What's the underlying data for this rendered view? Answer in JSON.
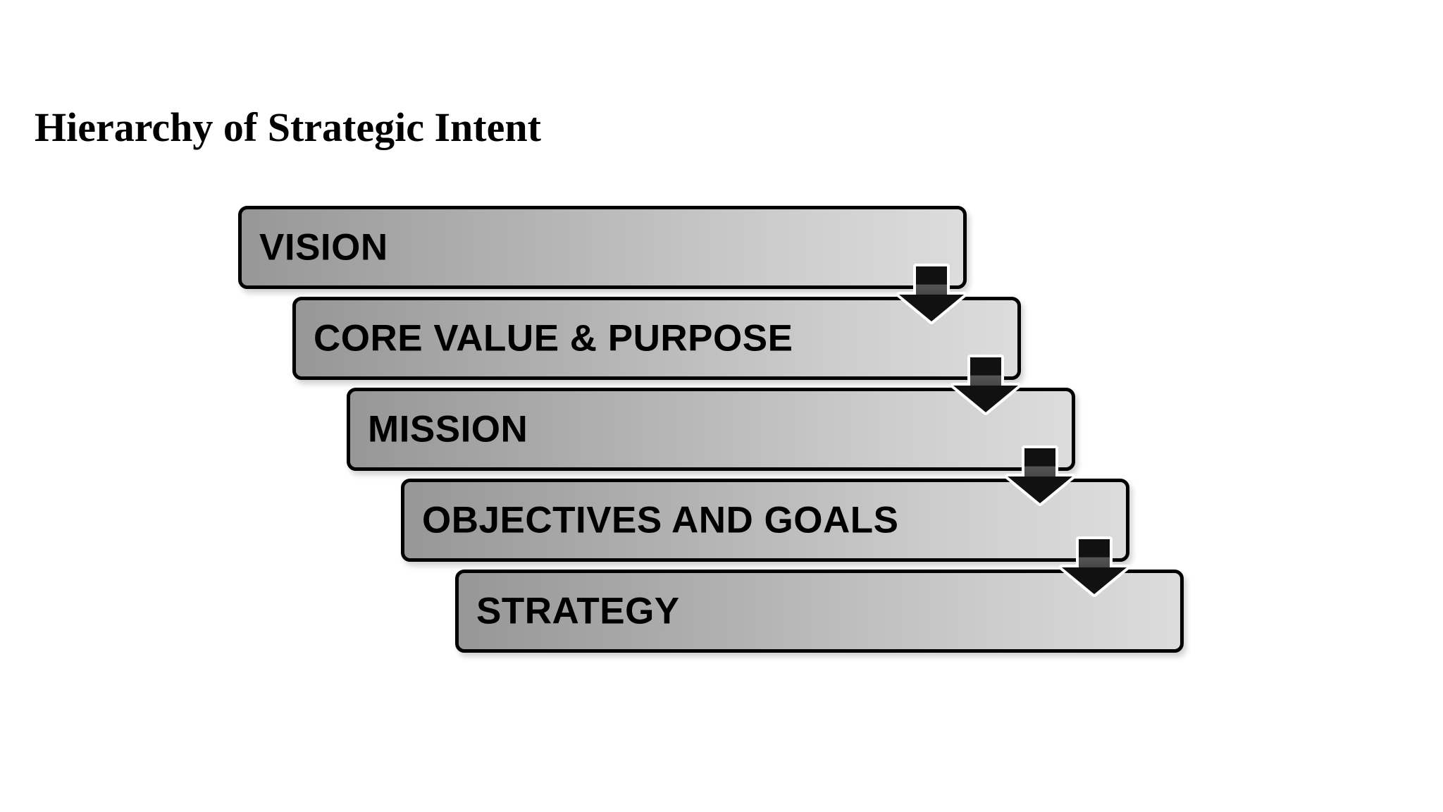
{
  "title": "Hierarchy of Strategic Intent",
  "steps": [
    {
      "label": "VISION"
    },
    {
      "label": "CORE VALUE & PURPOSE"
    },
    {
      "label": "MISSION"
    },
    {
      "label": "OBJECTIVES AND GOALS"
    },
    {
      "label": "STRATEGY"
    }
  ],
  "connector_icon": "down-arrow-icon",
  "colors": {
    "box_fill_left": "#979797",
    "box_fill_right": "#dcdcdc",
    "border": "#000000",
    "arrow_fill": "#111111",
    "arrow_outline": "#ffffff"
  }
}
